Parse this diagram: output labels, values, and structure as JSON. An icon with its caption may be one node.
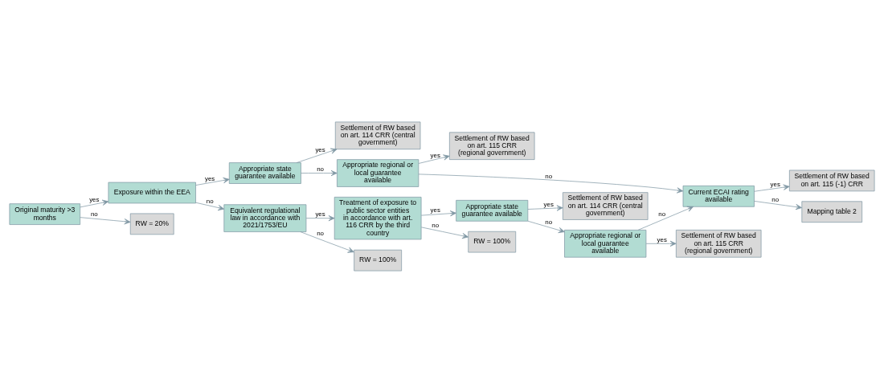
{
  "diagram": {
    "nodes": [
      {
        "text": [
          "Original maturity >3 months"
        ]
      },
      {
        "text": [
          "Exposure within the EEA"
        ]
      },
      {
        "text": [
          "RW = 20%"
        ]
      },
      {
        "text": [
          "Appropriate state guarantee available"
        ]
      },
      {
        "text": [
          "Equivalent regulational law in accordance with 2021/1753/EU"
        ]
      },
      {
        "text": [
          "Settlement of RW based on art. 114 CRR (central government)"
        ]
      },
      {
        "text": [
          "Appropriate regional or local guarantee available"
        ]
      },
      {
        "text": [
          "Settlement of RW based on art. 115 CRR (regional government)"
        ]
      },
      {
        "text": [
          "Current ECAI rating available"
        ]
      },
      {
        "text": [
          "Settlement of RW based on art. 115 (-1) CRR"
        ]
      },
      {
        "text": [
          "Mapping table 2"
        ]
      },
      {
        "text": [
          "Treatment of exposure to public sector entities in accordance with art. 116 CRR by the third country"
        ]
      },
      {
        "text": [
          "RW = 100%"
        ]
      },
      {
        "text": [
          "Appropriate state guarantee available"
        ]
      },
      {
        "text": [
          "RW = 100%"
        ]
      },
      {
        "text": [
          "Settlement of RW based on art. 114 CRR (central government)"
        ]
      },
      {
        "text": [
          "Appropriate regional or local guarantee available"
        ]
      },
      {
        "text": [
          "Settlement of RW based on art. 115 CRR (regional government)"
        ]
      }
    ],
    "edges": [
      {
        "from": 0,
        "to": 1,
        "arrow": "to",
        "label": "yes"
      },
      {
        "from": 0,
        "to": 2,
        "arrow": "to",
        "label": "no"
      },
      {
        "from": 1,
        "to": 3,
        "arrow": "to",
        "label": "yes"
      },
      {
        "from": 1,
        "to": 4,
        "arrow": "to",
        "label": "no"
      },
      {
        "from": 3,
        "to": 5,
        "arrow": "to",
        "label": "yes"
      },
      {
        "from": 3,
        "to": 6,
        "arrow": "to",
        "label": "no"
      },
      {
        "from": 6,
        "to": 7,
        "arrow": "to",
        "label": "yes"
      },
      {
        "from": 6,
        "to": 8,
        "arrow": "to",
        "label": "no"
      },
      {
        "from": 8,
        "to": 9,
        "arrow": "to",
        "label": "yes"
      },
      {
        "from": 8,
        "to": 10,
        "arrow": "to",
        "label": "no"
      },
      {
        "from": 4,
        "to": 11,
        "arrow": "to",
        "label": "yes"
      },
      {
        "from": 4,
        "to": 12,
        "arrow": "to",
        "label": "no"
      },
      {
        "from": 11,
        "to": 13,
        "arrow": "to",
        "label": "yes"
      },
      {
        "from": 11,
        "to": 14,
        "arrow": "to",
        "label": "no"
      },
      {
        "from": 13,
        "to": 15,
        "arrow": "to",
        "label": "yes"
      },
      {
        "from": 13,
        "to": 16,
        "arrow": "to",
        "label": "no"
      },
      {
        "from": 16,
        "to": 17,
        "arrow": "to",
        "label": "yes"
      },
      {
        "from": 16,
        "to": 8,
        "arrow": "to",
        "label": "no"
      }
    ]
  }
}
